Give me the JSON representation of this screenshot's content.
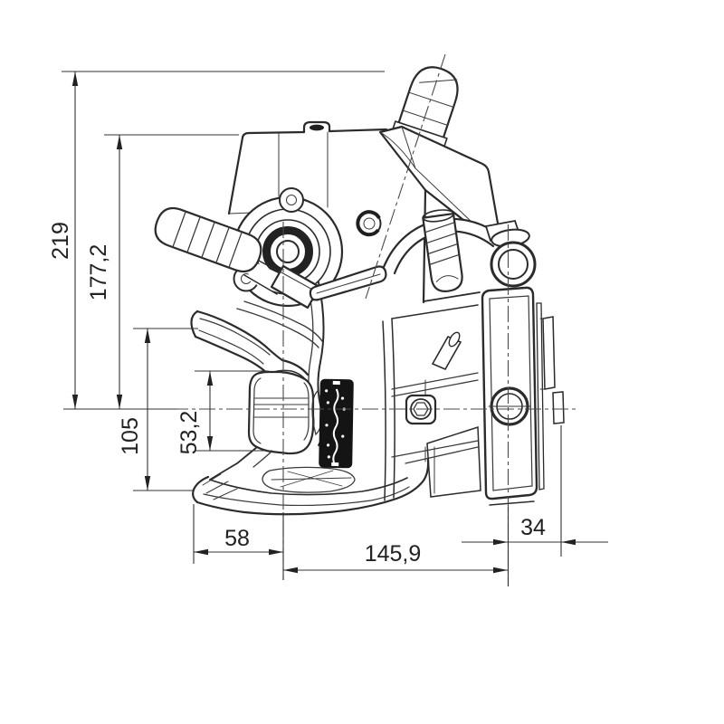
{
  "drawing": {
    "kind": "technical line drawing",
    "subject": "trailer towing hitch coupling, side view, coupling pin raised",
    "colors": {
      "background": "#ffffff",
      "line": "#2b2b2b",
      "dimension": "#333333",
      "label_plate": "#141414"
    },
    "dimensions": {
      "vertical": [
        {
          "label": "219"
        },
        {
          "label": "177,2"
        },
        {
          "label": "105"
        },
        {
          "label": "53,2"
        }
      ],
      "horizontal": [
        {
          "label": "58"
        },
        {
          "label": "145,9"
        },
        {
          "label": "34"
        }
      ]
    }
  }
}
